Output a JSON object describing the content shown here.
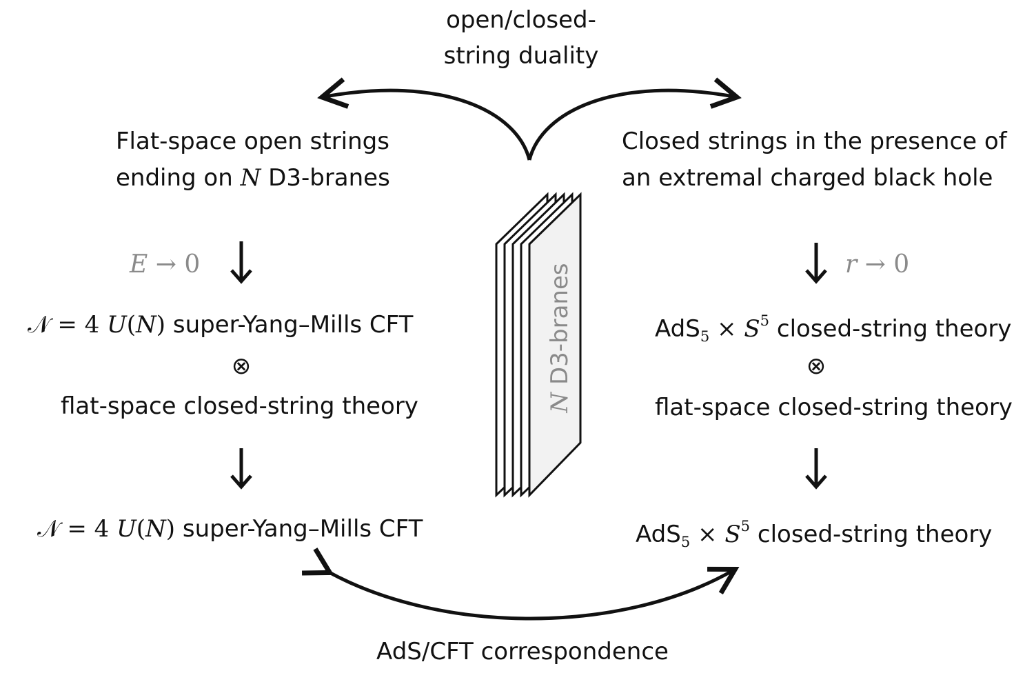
{
  "top_label": {
    "line1": "open/closed-",
    "line2": "string duality"
  },
  "bottom_label": "AdS/CFT correspondence",
  "left": {
    "heading_line1": "Flat-space open strings",
    "heading_line2_pre": "ending on ",
    "heading_line2_N": "N",
    "heading_line2_post": " D3-branes",
    "limit": {
      "var": "E",
      "arrow": "→",
      "value": "0"
    },
    "middle": {
      "calN": "𝒩",
      "eq": " = 4 ",
      "U": "U",
      "paren_open": "(",
      "N": "N",
      "paren_close": ")",
      "rest": " super-Yang–Mills CFT"
    },
    "otimes": "⊗",
    "closed": "flat-space closed-string theory",
    "bottom": {
      "calN": "𝒩",
      "eq": " = 4 ",
      "U": "U",
      "paren_open": "(",
      "N": "N",
      "paren_close": ")",
      "rest": " super-Yang–Mills CFT"
    }
  },
  "right": {
    "heading_line1": "Closed strings in the presence of",
    "heading_line2": "an extremal charged black hole",
    "limit": {
      "var": "r",
      "arrow": "→",
      "value": "0"
    },
    "middle": {
      "ads": "AdS",
      "ads_sub": "5",
      "times": " × ",
      "S": "S",
      "S_sup": "5",
      "rest": " closed-string theory"
    },
    "otimes": "⊗",
    "closed": "flat-space closed-string theory",
    "bottom": {
      "ads": "AdS",
      "ads_sub": "5",
      "times": " × ",
      "S": "S",
      "S_sup": "5",
      "rest": " closed-string theory"
    }
  },
  "stack": {
    "N": "N",
    "label": " D3-branes",
    "fill": "#f2f2f2"
  }
}
